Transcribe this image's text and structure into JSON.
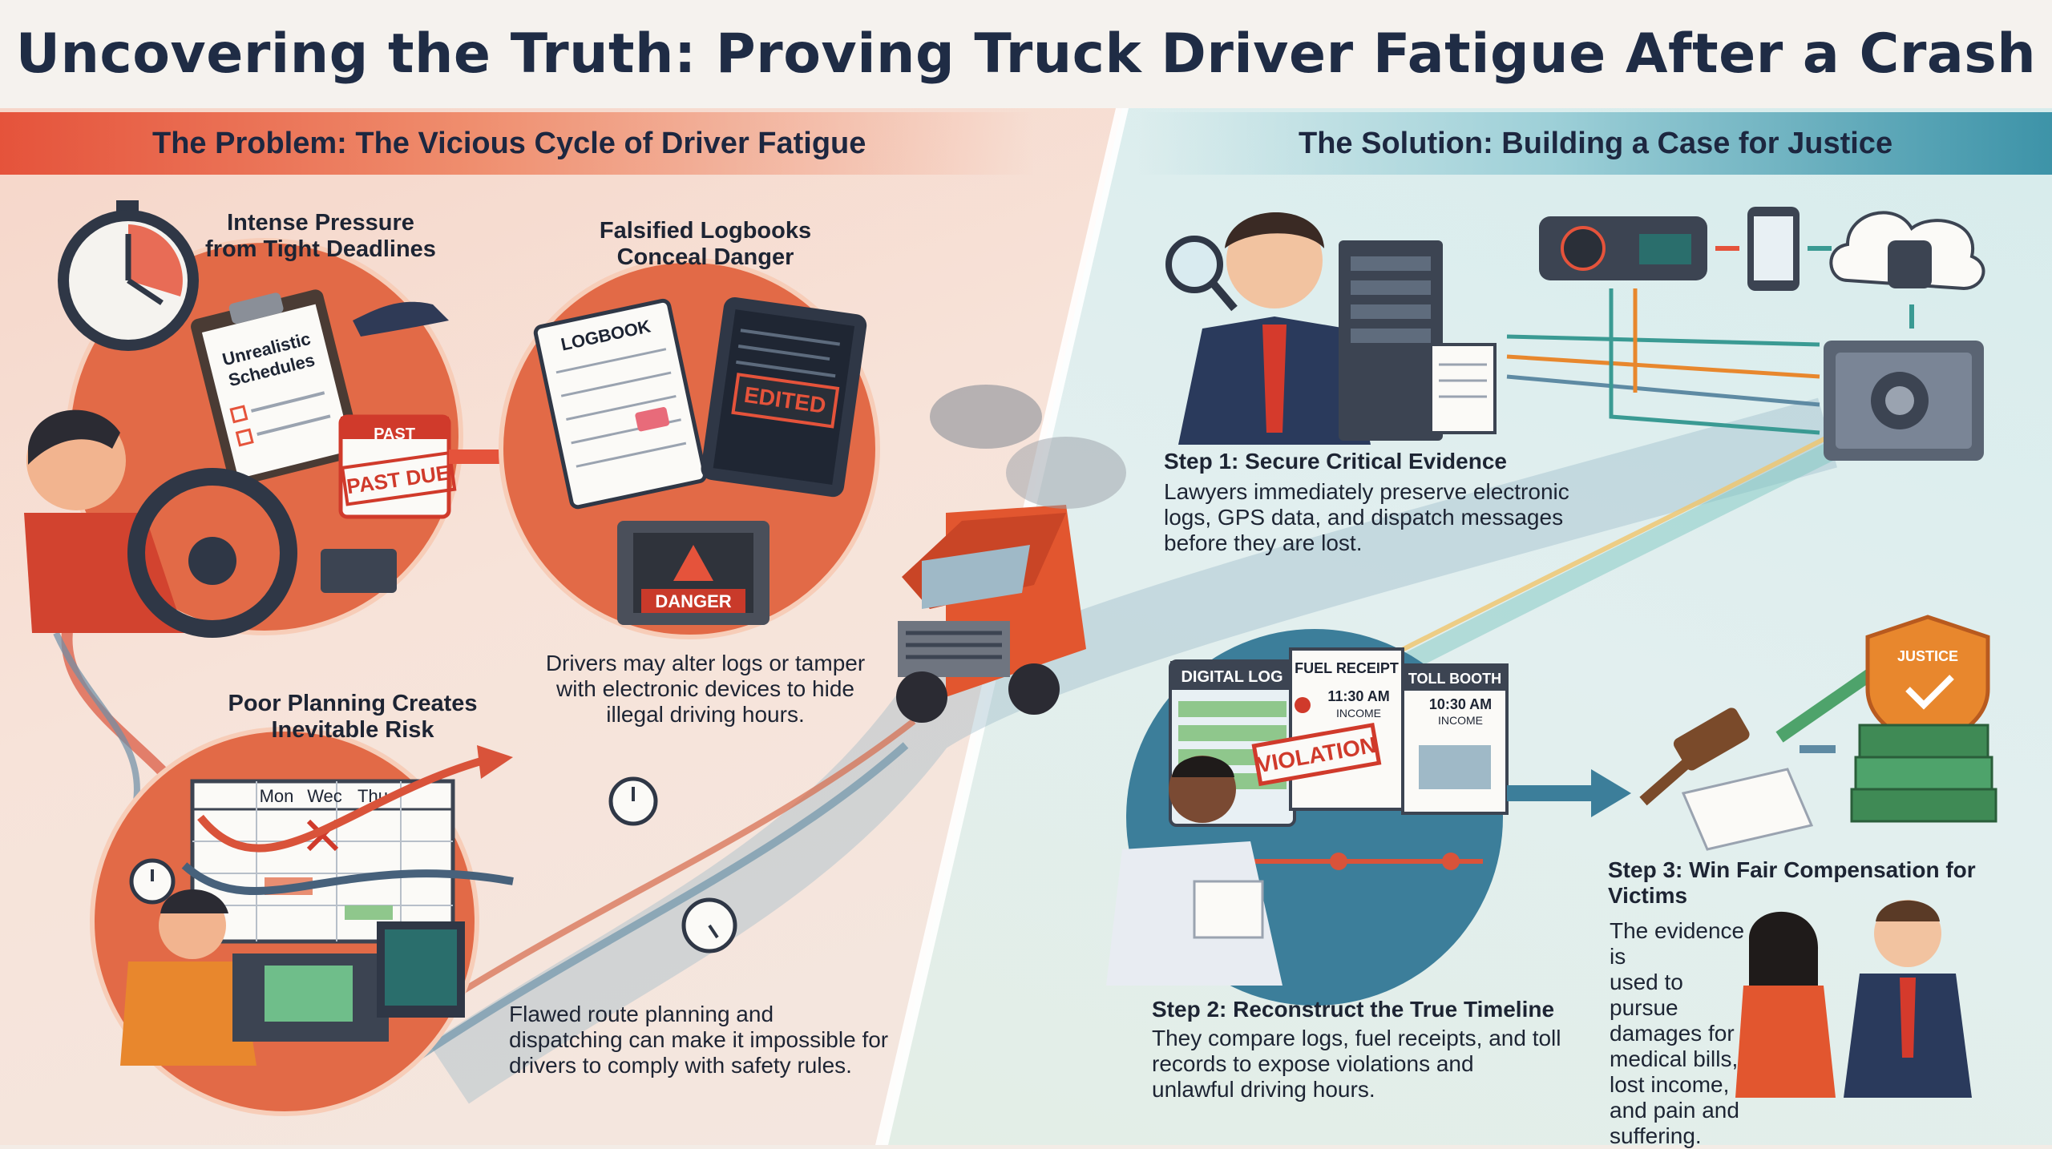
{
  "title": "Uncovering the Truth: Proving Truck Driver Fatigue After a Crash",
  "problem": {
    "heading": "The Problem: The Vicious Cycle of Driver Fatigue",
    "pressure": {
      "title_line1": "Intense Pressure",
      "title_line2": "from Tight Deadlines",
      "clipboard_line1": "Unrealistic",
      "clipboard_line2": "Schedules",
      "calendar_top": "PAST",
      "calendar_stamp": "PAST DUE"
    },
    "logbooks": {
      "title_line1": "Falsified Logbooks",
      "title_line2": "Conceal Danger",
      "logbook_label": "LOGBOOK",
      "tablet_stamp": "EDITED",
      "safe_label": "DANGER",
      "desc_line1": "Drivers may alter logs or tamper",
      "desc_line2": "with electronic devices to hide",
      "desc_line3": "illegal driving hours."
    },
    "planning": {
      "title_line1": "Poor Planning Creates",
      "title_line2": "Inevitable Risk",
      "days": [
        "Mon",
        "Wec",
        "Thu"
      ],
      "desc_line1": "Flawed route planning and",
      "desc_line2": "dispatching can make it impossible for",
      "desc_line3": "drivers to comply with safety rules."
    }
  },
  "solution": {
    "heading": "The Solution: Building a Case for Justice",
    "step1": {
      "title": "Step 1: Secure Critical Evidence",
      "desc_line1": "Lawyers immediately preserve electronic",
      "desc_line2": "logs, GPS data, and dispatch messages",
      "desc_line3": "before they are lost."
    },
    "step2": {
      "title": "Step 2: Reconstruct the True Timeline",
      "desc_line1": "They compare logs, fuel receipts, and toll",
      "desc_line2": "records to expose violations and",
      "desc_line3": "unlawful driving hours.",
      "digital_log": "DIGITAL LOG",
      "fuel_receipt": "FUEL RECEIPT",
      "fuel_time": "11:30 AM",
      "fuel_sub": "INCOME",
      "toll_booth": "TOLL BOOTH",
      "toll_time": "10:30 AM",
      "toll_sub": "INCOME",
      "violation_stamp": "VIOLATION"
    },
    "step3": {
      "title": "Step 3: Win Fair Compensation for Victims",
      "shield_label": "JUSTICE",
      "desc_line1": "The evidence is",
      "desc_line2": "used to pursue",
      "desc_line3": "damages for",
      "desc_line4": "medical bills,",
      "desc_line5": "lost income,",
      "desc_line6": "and pain and",
      "desc_line7": "suffering."
    }
  },
  "colors": {
    "problem_accent": "#e5533b",
    "solution_accent": "#3d93a8",
    "title_navy": "#1f2c45",
    "truck_orange": "#e2562f"
  }
}
